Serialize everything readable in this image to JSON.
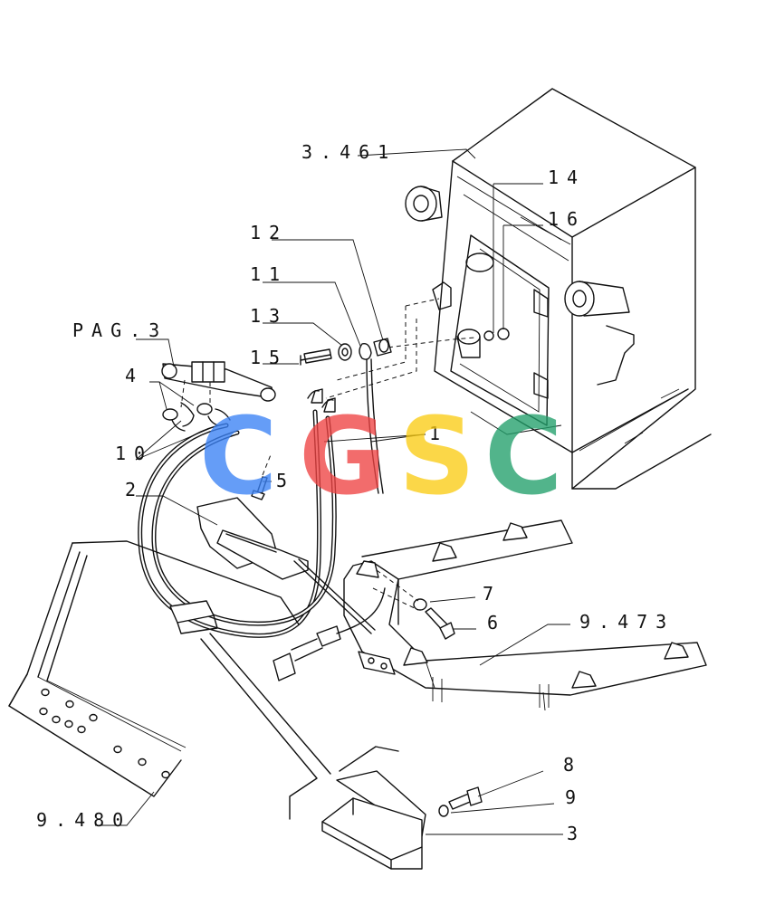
{
  "callouts": {
    "c3461": "3.461",
    "c14": "14",
    "c16": "16",
    "c12": "12",
    "c11": "11",
    "c13": "13",
    "c15": "15",
    "pag3": "PAG.3",
    "c4": "4",
    "c10": "10",
    "c1": "1",
    "c5": "5",
    "c2": "2",
    "c7": "7",
    "c6": "6",
    "c9473": "9.473",
    "c8": "8",
    "c9": "9",
    "c3": "3",
    "c9480": "9.480"
  },
  "watermark": {
    "letters": [
      "C",
      "G",
      "S",
      "C"
    ],
    "colors": [
      "#3b82f6",
      "#ef4444",
      "#facc15",
      "#22a06b"
    ]
  }
}
